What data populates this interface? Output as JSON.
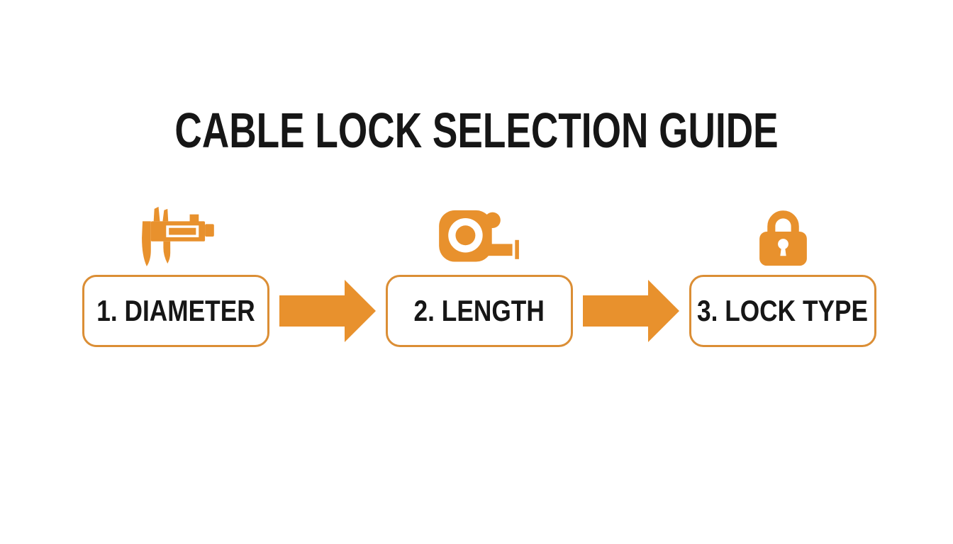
{
  "title": "CABLE LOCK SELECTION GUIDE",
  "colors": {
    "accent": "#E8912D",
    "accent_border": "#DB8E35",
    "text": "#161616",
    "background": "#FFFFFF"
  },
  "flow": {
    "steps": [
      {
        "label": "1. DIAMETER",
        "icon": "caliper-icon"
      },
      {
        "label": "2. LENGTH",
        "icon": "tape-measure-icon"
      },
      {
        "label": "3. LOCK TYPE",
        "icon": "padlock-icon"
      }
    ],
    "connectors": [
      {
        "icon": "arrow-right-icon"
      },
      {
        "icon": "arrow-right-icon"
      }
    ]
  }
}
